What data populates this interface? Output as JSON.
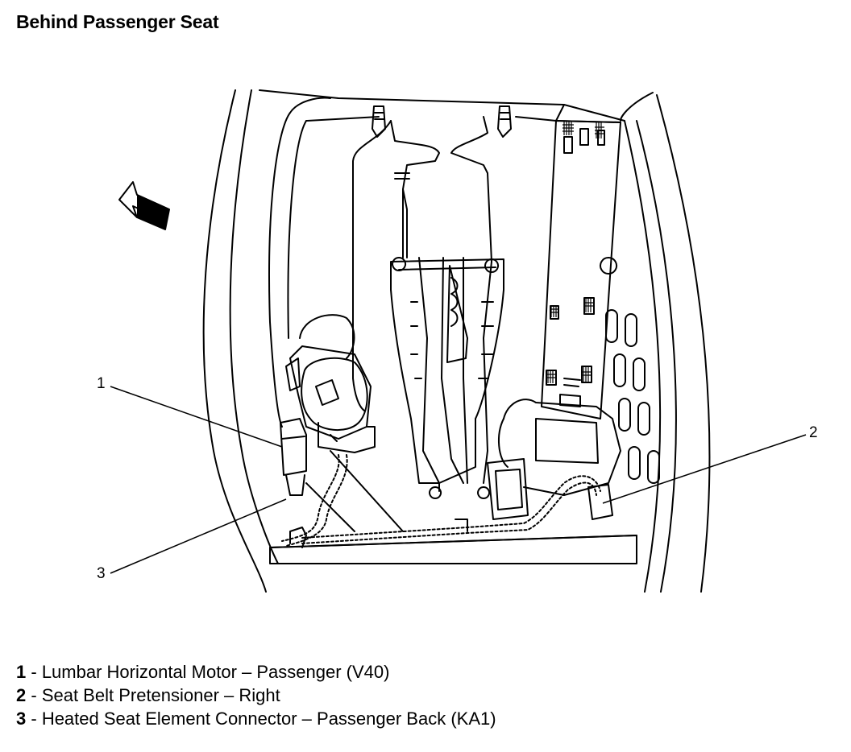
{
  "title": "Behind Passenger Seat",
  "callouts": [
    {
      "num": "1"
    },
    {
      "num": "2"
    },
    {
      "num": "3"
    }
  ],
  "legend": [
    {
      "num": "1",
      "sep": " - ",
      "text": "Lumbar Horizontal Motor – Passenger (V40)"
    },
    {
      "num": "2",
      "sep": " - ",
      "text": "Seat Belt Pretensioner – Right"
    },
    {
      "num": "3",
      "sep": " - ",
      "text": "Heated Seat Element Connector – Passenger Back (KA1)"
    }
  ],
  "icons": {
    "direction_arrow": "forward-arrow-icon"
  }
}
